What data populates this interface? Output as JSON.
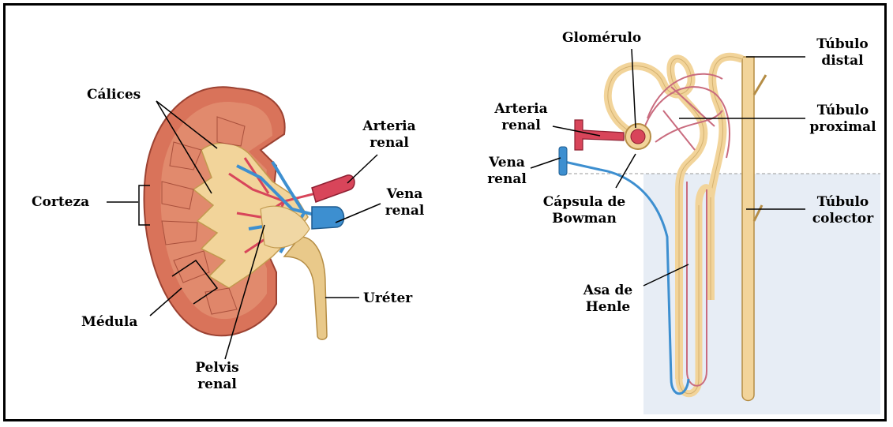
{
  "kidney": {
    "calices": "Cálices",
    "corteza": "Corteza",
    "medula": "Médula",
    "pelvis_line1": "Pelvis",
    "pelvis_line2": "renal",
    "arteria_line1": "Arteria",
    "arteria_line2": "renal",
    "vena_line1": "Vena",
    "vena_line2": "renal",
    "ureter": "Uréter"
  },
  "nephron": {
    "glomerulo": "Glomérulo",
    "arteria_line1": "Arteria",
    "arteria_line2": "renal",
    "vena_line1": "Vena",
    "vena_line2": "renal",
    "capsula_line1": "Cápsula de",
    "capsula_line2": "Bowman",
    "asa_line1": "Asa de",
    "asa_line2": "Henle",
    "distal_line1": "Túbulo",
    "distal_line2": "distal",
    "proximal_line1": "Túbulo",
    "proximal_line2": "proximal",
    "colector_line1": "Túbulo",
    "colector_line2": "colector"
  },
  "colors": {
    "cortex": "#d9735a",
    "pyramid": "#e0866a",
    "tubule": "#f2d49a",
    "artery": "#d8455a",
    "vein": "#3d8fd0",
    "ureter": "#e9c98a",
    "capillary": "#c96b7e"
  }
}
